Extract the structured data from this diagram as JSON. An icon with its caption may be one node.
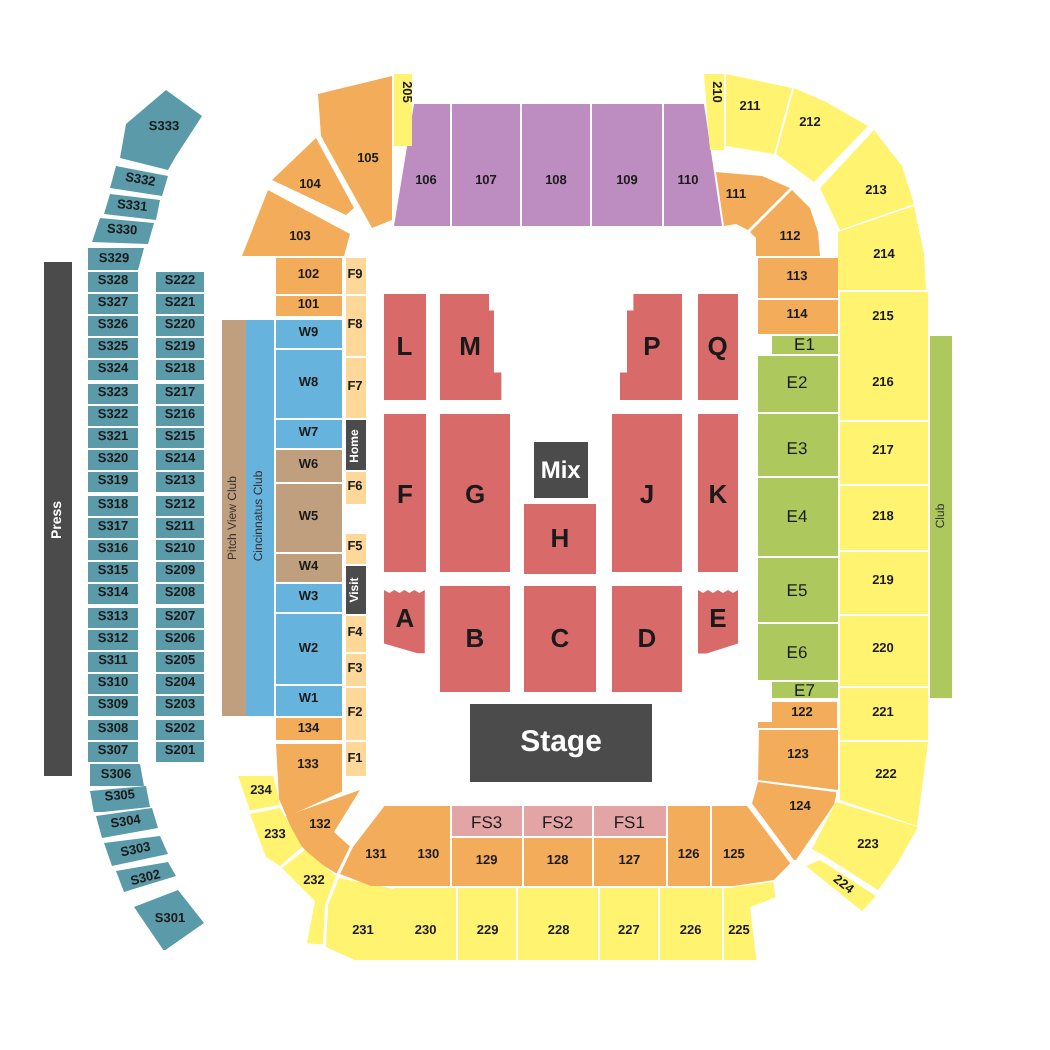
{
  "diagram": {
    "nodes": [
      {
        "text": [
          "Press"
        ]
      },
      {
        "text": [
          "S333"
        ]
      },
      {
        "text": [
          "S332"
        ]
      },
      {
        "text": [
          "S331"
        ]
      },
      {
        "text": [
          "S330"
        ]
      },
      {
        "text": [
          "S329"
        ]
      },
      {
        "text": [
          "S328"
        ]
      },
      {
        "text": [
          "S327"
        ]
      },
      {
        "text": [
          "S326"
        ]
      },
      {
        "text": [
          "S325"
        ]
      },
      {
        "text": [
          "S324"
        ]
      },
      {
        "text": [
          "S323"
        ]
      },
      {
        "text": [
          "S322"
        ]
      },
      {
        "text": [
          "S321"
        ]
      },
      {
        "text": [
          "S320"
        ]
      },
      {
        "text": [
          "S319"
        ]
      },
      {
        "text": [
          "S318"
        ]
      },
      {
        "text": [
          "S317"
        ]
      },
      {
        "text": [
          "S316"
        ]
      },
      {
        "text": [
          "S315"
        ]
      },
      {
        "text": [
          "S314"
        ]
      },
      {
        "text": [
          "S313"
        ]
      },
      {
        "text": [
          "S312"
        ]
      },
      {
        "text": [
          "S311"
        ]
      },
      {
        "text": [
          "S310"
        ]
      },
      {
        "text": [
          "S309"
        ]
      },
      {
        "text": [
          "S308"
        ]
      },
      {
        "text": [
          "S307"
        ]
      },
      {
        "text": [
          "S306"
        ]
      },
      {
        "text": [
          "S305"
        ]
      },
      {
        "text": [
          "S304"
        ]
      },
      {
        "text": [
          "S303"
        ]
      },
      {
        "text": [
          "S302"
        ]
      },
      {
        "text": [
          "S301"
        ]
      },
      {
        "text": [
          "S222"
        ]
      },
      {
        "text": [
          "S221"
        ]
      },
      {
        "text": [
          "S220"
        ]
      },
      {
        "text": [
          "S219"
        ]
      },
      {
        "text": [
          "S218"
        ]
      },
      {
        "text": [
          "S217"
        ]
      },
      {
        "text": [
          "S216"
        ]
      },
      {
        "text": [
          "S215"
        ]
      },
      {
        "text": [
          "S214"
        ]
      },
      {
        "text": [
          "S213"
        ]
      },
      {
        "text": [
          "S212"
        ]
      },
      {
        "text": [
          "S211"
        ]
      },
      {
        "text": [
          "S210"
        ]
      },
      {
        "text": [
          "S209"
        ]
      },
      {
        "text": [
          "S208"
        ]
      },
      {
        "text": [
          "S207"
        ]
      },
      {
        "text": [
          "S206"
        ]
      },
      {
        "text": [
          "S205"
        ]
      },
      {
        "text": [
          "S204"
        ]
      },
      {
        "text": [
          "S203"
        ]
      },
      {
        "text": [
          "S202"
        ]
      },
      {
        "text": [
          "S201"
        ]
      },
      {
        "text": [
          "Pitch View Club"
        ]
      },
      {
        "text": [
          "Cincinnatus Club"
        ]
      },
      {
        "text": [
          "205"
        ]
      },
      {
        "text": [
          "105"
        ]
      },
      {
        "text": [
          "104"
        ]
      },
      {
        "text": [
          "103"
        ]
      },
      {
        "text": [
          "106"
        ]
      },
      {
        "text": [
          "107"
        ]
      },
      {
        "text": [
          "108"
        ]
      },
      {
        "text": [
          "109"
        ]
      },
      {
        "text": [
          "110"
        ]
      },
      {
        "text": [
          "210"
        ]
      },
      {
        "text": [
          "211"
        ]
      },
      {
        "text": [
          "111"
        ]
      },
      {
        "text": [
          "112"
        ]
      },
      {
        "text": [
          "212"
        ]
      },
      {
        "text": [
          "213"
        ]
      },
      {
        "text": [
          "214"
        ]
      },
      {
        "text": [
          "102"
        ]
      },
      {
        "text": [
          "101"
        ]
      },
      {
        "text": [
          "W9"
        ]
      },
      {
        "text": [
          "W8"
        ]
      },
      {
        "text": [
          "W7"
        ]
      },
      {
        "text": [
          "W6"
        ]
      },
      {
        "text": [
          "W5"
        ]
      },
      {
        "text": [
          "W4"
        ]
      },
      {
        "text": [
          "W3"
        ]
      },
      {
        "text": [
          "W2"
        ]
      },
      {
        "text": [
          "W1"
        ]
      },
      {
        "text": [
          "134"
        ]
      },
      {
        "text": [
          "133"
        ]
      },
      {
        "text": [
          "F9"
        ]
      },
      {
        "text": [
          "F8"
        ]
      },
      {
        "text": [
          "F7"
        ]
      },
      {
        "text": [
          "Home"
        ]
      },
      {
        "text": [
          "F6"
        ]
      },
      {
        "text": [
          "F5"
        ]
      },
      {
        "text": [
          "Visit"
        ]
      },
      {
        "text": [
          "F4"
        ]
      },
      {
        "text": [
          "F3"
        ]
      },
      {
        "text": [
          "F2"
        ]
      },
      {
        "text": [
          "F1"
        ]
      },
      {
        "text": [
          "113"
        ]
      },
      {
        "text": [
          "114"
        ]
      },
      {
        "text": [
          "E1"
        ]
      },
      {
        "text": [
          "E2"
        ]
      },
      {
        "text": [
          "E3"
        ]
      },
      {
        "text": [
          "E4"
        ]
      },
      {
        "text": [
          "E5"
        ]
      },
      {
        "text": [
          "E6"
        ]
      },
      {
        "text": [
          "E7"
        ]
      },
      {
        "text": [
          "122"
        ]
      },
      {
        "text": [
          "123"
        ]
      },
      {
        "text": [
          "215"
        ]
      },
      {
        "text": [
          "216"
        ]
      },
      {
        "text": [
          "217"
        ]
      },
      {
        "text": [
          "218"
        ]
      },
      {
        "text": [
          "219"
        ]
      },
      {
        "text": [
          "220"
        ]
      },
      {
        "text": [
          "221"
        ]
      },
      {
        "text": [
          "222"
        ]
      },
      {
        "text": [
          "Club"
        ]
      },
      {
        "text": [
          "132"
        ]
      },
      {
        "text": [
          "131"
        ]
      },
      {
        "text": [
          "130"
        ]
      },
      {
        "text": [
          "129"
        ]
      },
      {
        "text": [
          "128"
        ]
      },
      {
        "text": [
          "127"
        ]
      },
      {
        "text": [
          "126"
        ]
      },
      {
        "text": [
          "125"
        ]
      },
      {
        "text": [
          "124"
        ]
      },
      {
        "text": [
          "FS3"
        ]
      },
      {
        "text": [
          "FS2"
        ]
      },
      {
        "text": [
          "FS1"
        ]
      },
      {
        "text": [
          "234"
        ]
      },
      {
        "text": [
          "233"
        ]
      },
      {
        "text": [
          "232"
        ]
      },
      {
        "text": [
          "231"
        ]
      },
      {
        "text": [
          "230"
        ]
      },
      {
        "text": [
          "229"
        ]
      },
      {
        "text": [
          "228"
        ]
      },
      {
        "text": [
          "227"
        ]
      },
      {
        "text": [
          "226"
        ]
      },
      {
        "text": [
          "225"
        ]
      },
      {
        "text": [
          "224"
        ]
      },
      {
        "text": [
          "223"
        ]
      },
      {
        "text": [
          "L"
        ]
      },
      {
        "text": [
          "M"
        ]
      },
      {
        "text": [
          "P"
        ]
      },
      {
        "text": [
          "Q"
        ]
      },
      {
        "text": [
          "F"
        ]
      },
      {
        "text": [
          "G"
        ]
      },
      {
        "text": [
          "Mix"
        ]
      },
      {
        "text": [
          "J"
        ]
      },
      {
        "text": [
          "K"
        ]
      },
      {
        "text": [
          "H"
        ]
      },
      {
        "text": [
          "A"
        ]
      },
      {
        "text": [
          "B"
        ]
      },
      {
        "text": [
          "C"
        ]
      },
      {
        "text": [
          "D"
        ]
      },
      {
        "text": [
          "E"
        ]
      },
      {
        "text": [
          "Stage"
        ]
      }
    ]
  }
}
